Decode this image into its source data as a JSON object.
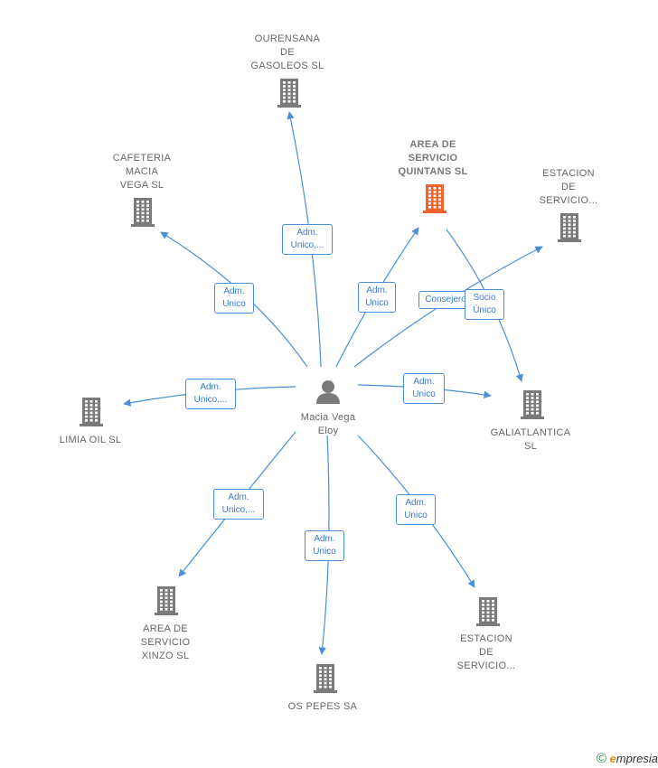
{
  "center": {
    "label": "Macia Vega\nEloy"
  },
  "nodes": [
    {
      "id": "ourensana",
      "label": "OURENSANA\nDE\nGASOLEOS  SL",
      "highlight": false
    },
    {
      "id": "area_quintans",
      "label": "AREA DE\nSERVICIO\nQUINTANS  SL",
      "highlight": true
    },
    {
      "id": "cafeteria",
      "label": "CAFETERIA\nMACIA\nVEGA  SL",
      "highlight": false
    },
    {
      "id": "estacion1",
      "label": "ESTACION\nDE\nSERVICIO...",
      "highlight": false
    },
    {
      "id": "limia",
      "label": "LIMIA OIL  SL",
      "highlight": false
    },
    {
      "id": "galiatlantica",
      "label": "GALIATLANTICA\nSL",
      "highlight": false
    },
    {
      "id": "area_xinzo",
      "label": "AREA DE\nSERVICIO\nXINZO  SL",
      "highlight": false
    },
    {
      "id": "os_pepes",
      "label": "OS PEPES SA",
      "highlight": false
    },
    {
      "id": "estacion2",
      "label": "ESTACION\nDE\nSERVICIO...",
      "highlight": false
    }
  ],
  "edges": [
    {
      "to": "ourensana",
      "label": "Adm.\nUnico,..."
    },
    {
      "to": "area_quintans",
      "label": "Adm.\nUnico"
    },
    {
      "to": "cafeteria",
      "label": "Adm.\nUnico"
    },
    {
      "to": "estacion1",
      "label": "Consejero"
    },
    {
      "from": "area_quintans",
      "to": "galiatlantica",
      "label": "Socio\nÚnico"
    },
    {
      "to": "limia",
      "label": "Adm.\nUnico,..."
    },
    {
      "to": "galiatlantica",
      "label": "Adm.\nUnico"
    },
    {
      "to": "area_xinzo",
      "label": "Adm.\nUnico,..."
    },
    {
      "to": "os_pepes",
      "label": "Adm.\nUnico"
    },
    {
      "to": "estacion2",
      "label": "Adm.\nUnico"
    }
  ],
  "colors": {
    "edge": "#4a8fd8",
    "building": "#7a7a7a",
    "highlight_building": "#f2622e",
    "person": "#7a7a7a"
  },
  "footer": {
    "copyright": "©",
    "brand_initial": "e",
    "brand_rest": "mpresia"
  }
}
